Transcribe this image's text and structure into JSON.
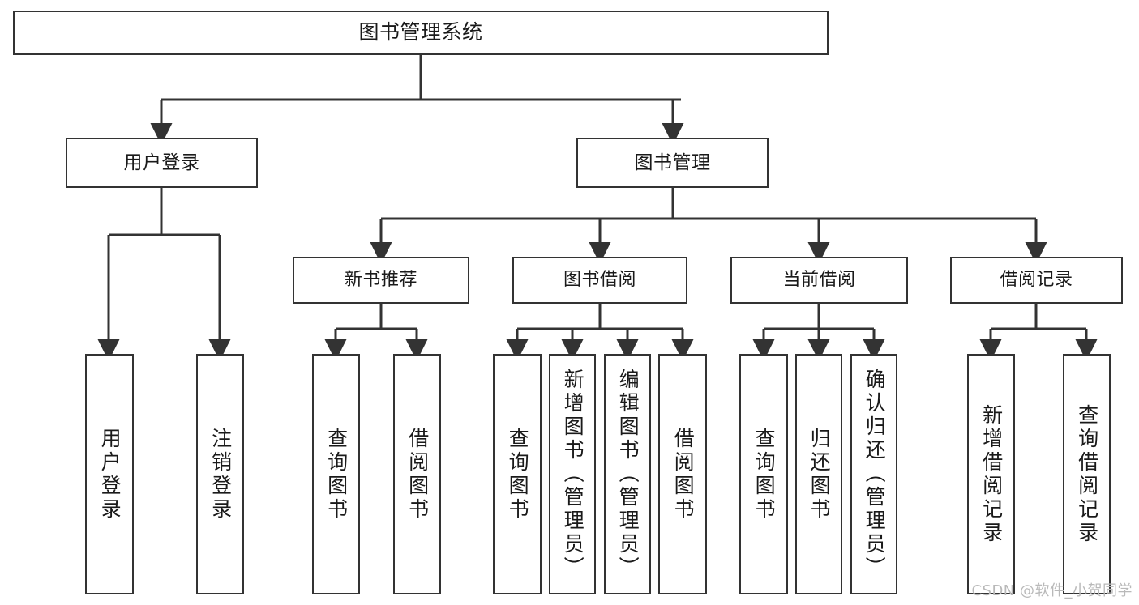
{
  "diagram": {
    "type": "tree-hierarchy-chart",
    "title": "图书管理系统",
    "stroke_color": "#333333",
    "background_color": "#ffffff",
    "levels": {
      "root": {
        "label": "图书管理系统"
      },
      "level2": [
        {
          "label": "用户登录"
        },
        {
          "label": "图书管理"
        }
      ],
      "level3": [
        {
          "label": "新书推荐"
        },
        {
          "label": "图书借阅"
        },
        {
          "label": "当前借阅"
        },
        {
          "label": "借阅记录"
        }
      ],
      "leaves": [
        {
          "label": "用户登录",
          "parent": "用户登录"
        },
        {
          "label": "注销登录",
          "parent": "用户登录"
        },
        {
          "label": "查询图书",
          "parent": "新书推荐"
        },
        {
          "label": "借阅图书",
          "parent": "新书推荐"
        },
        {
          "label": "查询图书",
          "parent": "图书借阅"
        },
        {
          "label": "新增图书（管理员）",
          "parent": "图书借阅"
        },
        {
          "label": "编辑图书（管理员）",
          "parent": "图书借阅"
        },
        {
          "label": "借阅图书",
          "parent": "图书借阅"
        },
        {
          "label": "查询图书",
          "parent": "当前借阅"
        },
        {
          "label": "归还图书",
          "parent": "当前借阅"
        },
        {
          "label": "确认归还（管理员）",
          "parent": "当前借阅"
        },
        {
          "label": "新增借阅记录",
          "parent": "借阅记录"
        },
        {
          "label": "查询借阅记录",
          "parent": "借阅记录"
        }
      ]
    }
  },
  "watermark": {
    "text": "CSDN @软件_小贺同学"
  }
}
